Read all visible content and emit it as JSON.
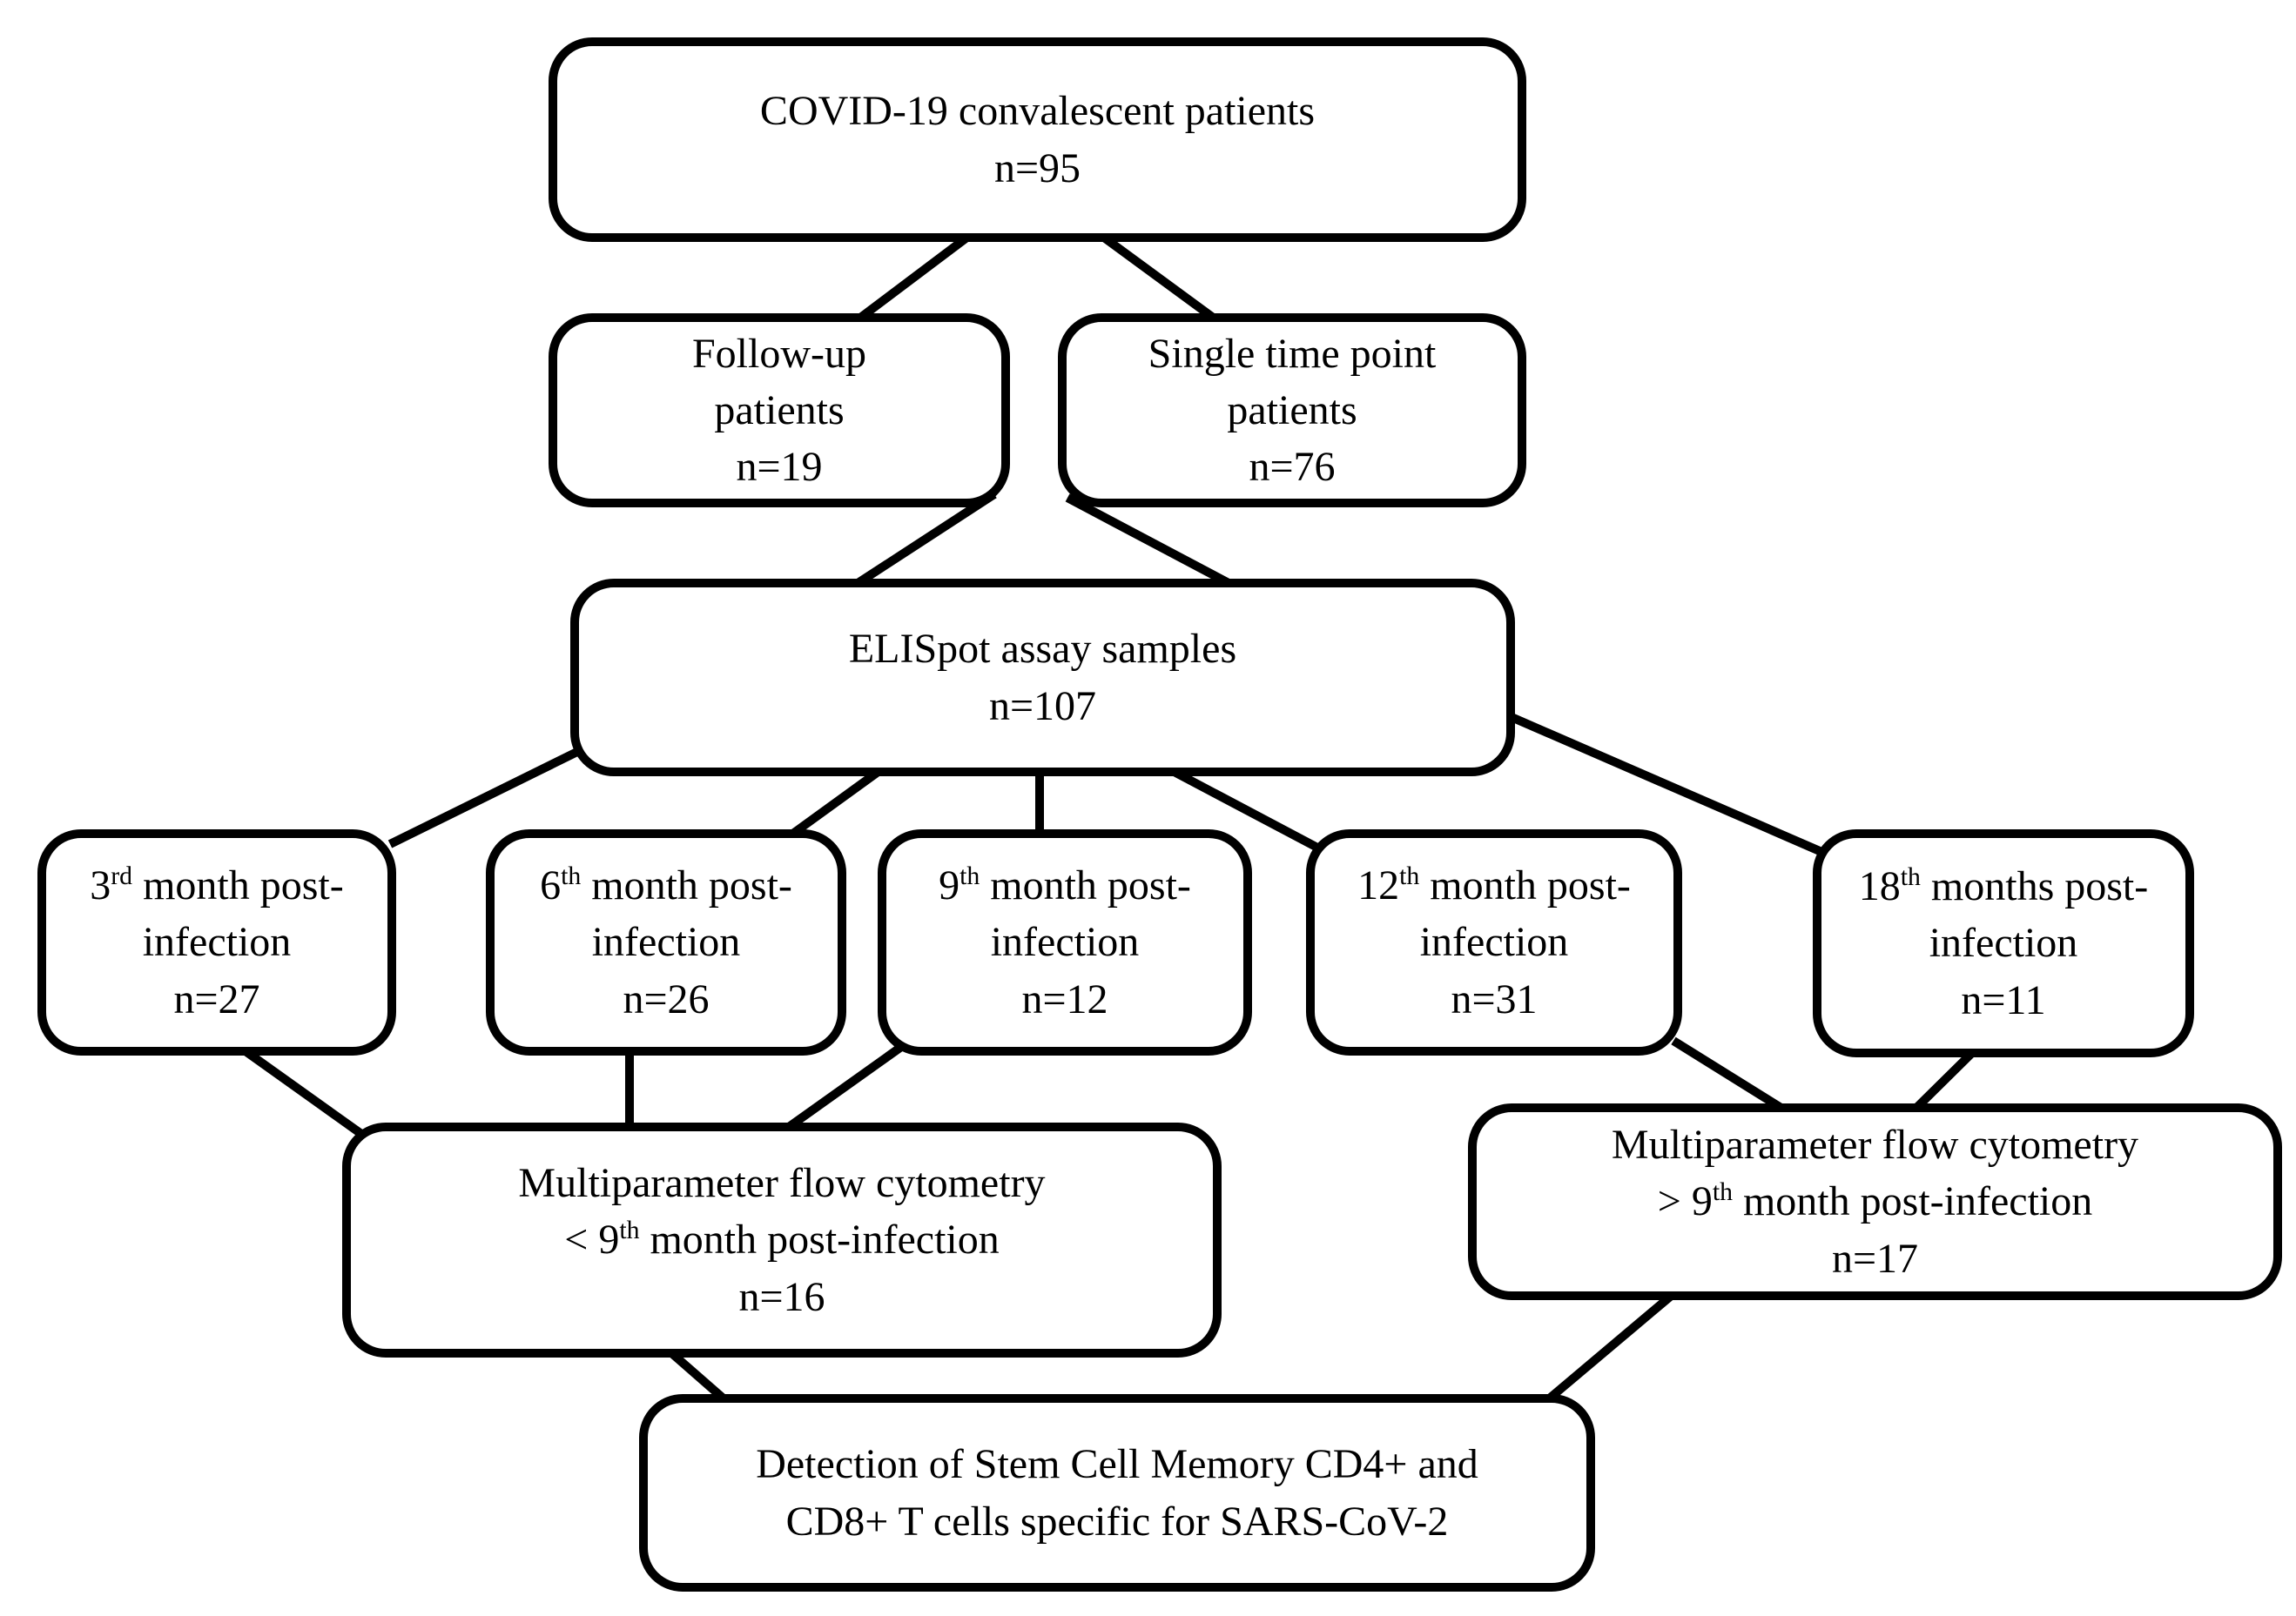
{
  "figure": {
    "type": "study-flowchart",
    "description_colors": {
      "ink": "#000000",
      "paper": "#ffffff"
    }
  },
  "boxes": {
    "patients": {
      "l1": "COVID-19 convalescent patients",
      "l2": "n=95"
    },
    "followup": {
      "l1": "Follow-up",
      "l2": "patients",
      "l3": "n=19"
    },
    "single": {
      "l1": "Single time point",
      "l2": "patients",
      "l3": "n=76"
    },
    "elispot": {
      "l1": "ELISpot assay samples",
      "l2": "n=107"
    },
    "m3": {
      "pre": "3",
      "sup": "rd",
      "post": " month post-",
      "l2": "infection",
      "l3": "n=27"
    },
    "m6": {
      "pre": "6",
      "sup": "th",
      "post": " month post-",
      "l2": "infection",
      "l3": "n=26"
    },
    "m9": {
      "pre": "9",
      "sup": "th",
      "post": " month post-",
      "l2": "infection",
      "l3": "n=12"
    },
    "m12": {
      "pre": "12",
      "sup": "th",
      "post": " month post-",
      "l2": "infection",
      "l3": "n=31"
    },
    "m18": {
      "pre": "18",
      "sup": "th",
      "post": " months post-",
      "l2": "infection",
      "l3": "n=11"
    },
    "flow_lt": {
      "l1": "Multiparameter flow cytometry",
      "pre": "< 9",
      "sup": "th",
      "post": " month post-infection",
      "l3": "n=16"
    },
    "flow_gt": {
      "l1": "Multiparameter flow cytometry",
      "pre": "> 9",
      "sup": "th",
      "post": " month post-infection",
      "l3": "n=17"
    },
    "detection": {
      "l1": "Detection of Stem Cell Memory CD4+ and",
      "l2": "CD8+ T cells specific for SARS-CoV-2"
    }
  }
}
